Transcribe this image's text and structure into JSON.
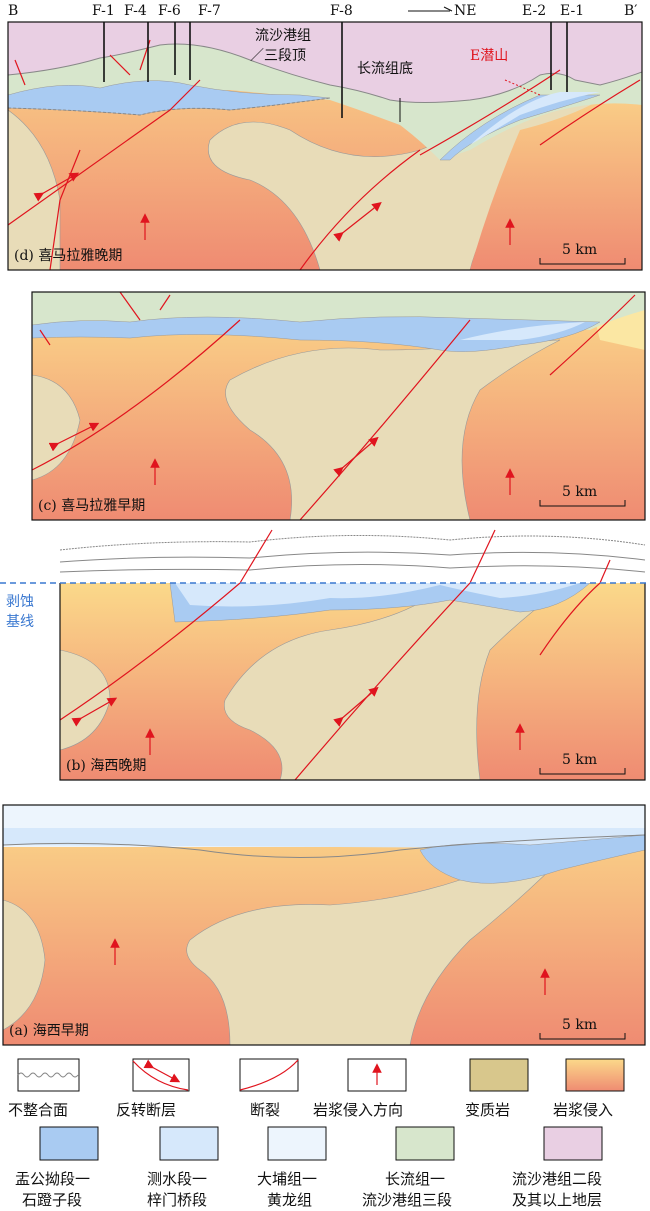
{
  "colors": {
    "metamorphic": "#e8dcb8",
    "magma_top": "#fbd98a",
    "magma_bottom": "#ef8b72",
    "blue1": "#a9cbf2",
    "blue2": "#d6e8fb",
    "blue3": "#edf5fd",
    "green": "#d7e6cc",
    "pink": "#e9cfe3",
    "fault": "#e0141e",
    "baseline": "#3a78d0"
  },
  "panel_d": {
    "caption": "(d) 喜马拉雅晚期",
    "scale": "5 km",
    "left_end": "B",
    "right_end": "B′",
    "direction": "NE",
    "wells": [
      "F-1",
      "F-4",
      "F-6",
      "F-7",
      "F-8",
      "E-2",
      "E-1"
    ],
    "label_top_line1": "流沙港组",
    "label_top_line2": "／三段顶",
    "label_base": "长流组底",
    "label_buried_hill": "E潜山"
  },
  "panel_c": {
    "caption": "(c) 喜马拉雅早期",
    "scale": "5 km"
  },
  "panel_b": {
    "caption": "(b) 海西晚期",
    "scale": "5 km",
    "baseline_line1": "剥蚀",
    "baseline_line2": "基线"
  },
  "panel_a": {
    "caption": "(a) 海西早期",
    "scale": "5 km"
  },
  "legend": [
    {
      "icon": "unconformity-icon",
      "label": "不整合面"
    },
    {
      "icon": "inverted-fault-icon",
      "label": "反转断层"
    },
    {
      "icon": "fault-icon",
      "label": "断裂"
    },
    {
      "icon": "magma-direction-icon",
      "label": "岩浆侵入方向"
    },
    {
      "icon": "metamorphic-swatch",
      "label": "变质岩"
    },
    {
      "icon": "magma-swatch",
      "label": "岩浆侵入"
    },
    {
      "icon": "blue1-swatch",
      "line1": "盂公拗段一",
      "line2": "石蹬子段"
    },
    {
      "icon": "blue2-swatch",
      "line1": "测水段一",
      "line2": "梓门桥段"
    },
    {
      "icon": "blue3-swatch",
      "line1": "大埔组一",
      "line2": "黄龙组"
    },
    {
      "icon": "green-swatch",
      "line1": "长流组一",
      "line2": "流沙港组三段"
    },
    {
      "icon": "pink-swatch",
      "line1": "流沙港组二段",
      "line2": "及其以上地层"
    }
  ]
}
